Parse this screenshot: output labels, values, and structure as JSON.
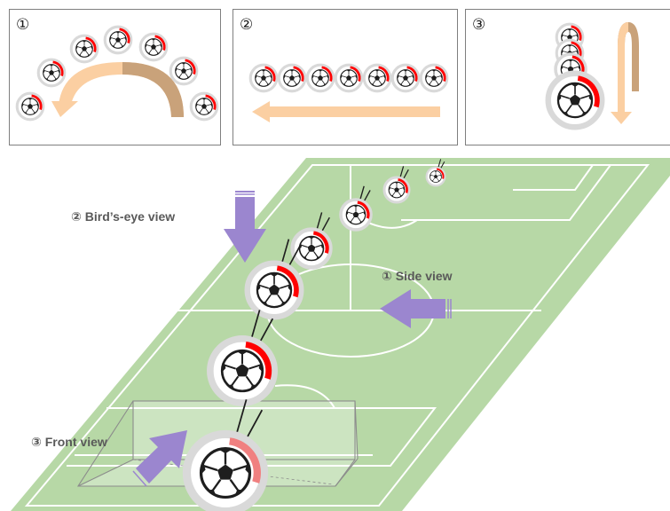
{
  "panels": [
    {
      "number": "①",
      "motion": "arc"
    },
    {
      "number": "②",
      "motion": "horizontal"
    },
    {
      "number": "③",
      "motion": "vertical"
    }
  ],
  "views": {
    "birds_eye": {
      "number": "②",
      "text": "Bird’s-eye view"
    },
    "side": {
      "number": "①",
      "text": "Side view"
    },
    "front": {
      "number": "③",
      "text": "Front view"
    }
  },
  "colors": {
    "field": "#b7d8a6",
    "field_line": "#ffffff",
    "spin_indicator": "#ff0000",
    "halo": "#d9d9d9",
    "view_arrow": "#9b86cf",
    "motion_arrow_light": "#fbcfa2",
    "motion_arrow_dark": "#c9a27a",
    "panel_border": "#7f7f7f"
  },
  "icons": [
    "soccer-ball-icon",
    "spin-indicator-icon",
    "view-arrow-icon",
    "motion-arrow-icon"
  ]
}
